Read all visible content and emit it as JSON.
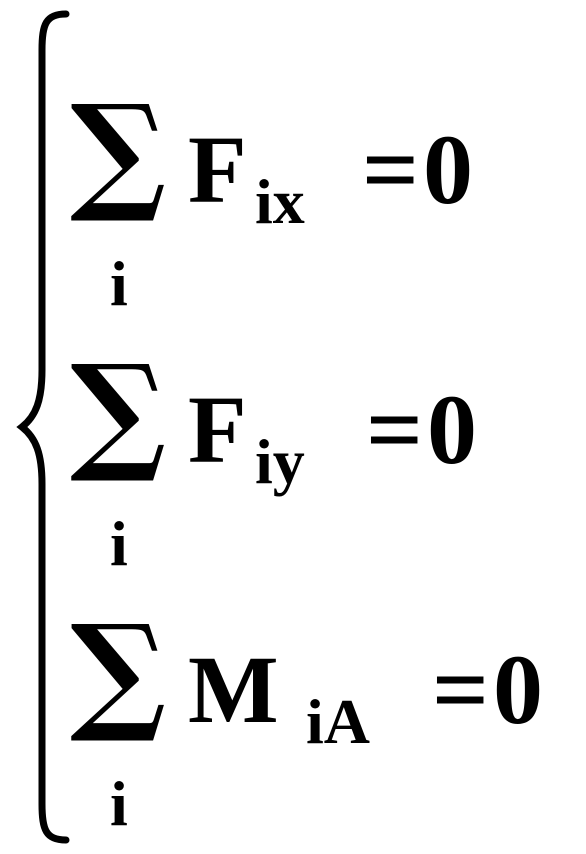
{
  "equations": [
    {
      "sigma": "∑",
      "sigma_index": "i",
      "symbol": "F",
      "subscript": "ix",
      "rhs": "=0"
    },
    {
      "sigma": "∑",
      "sigma_index": "i",
      "symbol": "F",
      "subscript": "iy",
      "rhs": "=0"
    },
    {
      "sigma": "∑",
      "sigma_index": "i",
      "symbol": "M",
      "subscript": "iA",
      "rhs": "=0"
    }
  ]
}
